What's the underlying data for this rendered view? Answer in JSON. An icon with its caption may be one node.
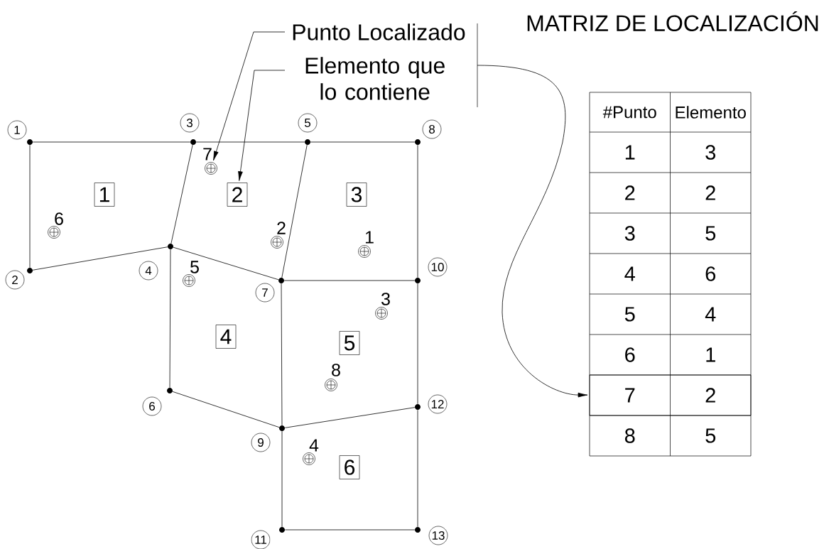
{
  "diagram": {
    "title": "MATRIZ DE LOCALIZACIÓN",
    "nodes": [
      {
        "text": [
          "Punto Localizado"
        ]
      },
      {
        "text": [
          "Elemento que lo contiene"
        ]
      },
      {
        "text": [],
        "shape": "circle",
        "beside": [
          "1"
        ]
      },
      {
        "text": [],
        "shape": "circle",
        "beside": [
          "2"
        ]
      },
      {
        "text": [],
        "shape": "circle",
        "beside": [
          "3"
        ]
      },
      {
        "text": [],
        "shape": "circle",
        "beside": [
          "4"
        ]
      },
      {
        "text": [],
        "shape": "circle",
        "beside": [
          "5"
        ]
      },
      {
        "text": [],
        "shape": "circle",
        "beside": [
          "6"
        ]
      },
      {
        "text": [],
        "shape": "circle",
        "beside": [
          "7"
        ]
      },
      {
        "text": [],
        "shape": "circle",
        "beside": [
          "8"
        ]
      },
      {
        "text": [],
        "shape": "circle",
        "beside": [
          "9"
        ]
      },
      {
        "text": [],
        "shape": "circle",
        "beside": [
          "10"
        ]
      },
      {
        "text": [],
        "shape": "circle",
        "beside": [
          "11"
        ]
      },
      {
        "text": [],
        "shape": "circle",
        "beside": [
          "12"
        ]
      },
      {
        "text": [],
        "shape": "circle",
        "beside": [
          "13"
        ]
      },
      {
        "text": [
          "1"
        ]
      },
      {
        "text": [
          "2"
        ]
      },
      {
        "text": [
          "3"
        ]
      },
      {
        "text": [
          "4"
        ]
      },
      {
        "text": [
          "5"
        ]
      },
      {
        "text": [
          "6"
        ]
      },
      {
        "text": [],
        "shape": "circle",
        "beside": [
          "1"
        ]
      },
      {
        "text": [],
        "shape": "circle",
        "beside": [
          "2"
        ]
      },
      {
        "text": [],
        "shape": "circle",
        "beside": [
          "3"
        ]
      },
      {
        "text": [],
        "shape": "circle",
        "beside": [
          "4"
        ]
      },
      {
        "text": [],
        "shape": "circle",
        "beside": [
          "5"
        ]
      },
      {
        "text": [],
        "shape": "circle",
        "beside": [
          "6"
        ]
      },
      {
        "text": [],
        "shape": "circle",
        "beside": [
          "7"
        ]
      },
      {
        "text": [],
        "shape": "circle",
        "beside": [
          "8"
        ]
      },
      {
        "text": [],
        "shape": "box"
      }
    ],
    "edges": [
      {
        "from": 0,
        "to": 27,
        "arrow": "to"
      },
      {
        "from": 1,
        "to": 16,
        "arrow": "to"
      },
      {
        "from": null,
        "to": 29,
        "arrow": "to"
      },
      {
        "from": 2,
        "to": 4,
        "arrow": "none"
      },
      {
        "from": 4,
        "to": 6,
        "arrow": "none"
      },
      {
        "from": 6,
        "to": 9,
        "arrow": "none"
      },
      {
        "from": 2,
        "to": 3,
        "arrow": "none"
      },
      {
        "from": 3,
        "to": 5,
        "arrow": "none"
      },
      {
        "from": 4,
        "to": 5,
        "arrow": "none"
      },
      {
        "from": 5,
        "to": 8,
        "arrow": "none"
      },
      {
        "from": 6,
        "to": 8,
        "arrow": "none"
      },
      {
        "from": 9,
        "to": 11,
        "arrow": "none"
      },
      {
        "from": 8,
        "to": 11,
        "arrow": "none"
      },
      {
        "from": 5,
        "to": 7,
        "arrow": "none"
      },
      {
        "from": 8,
        "to": 10,
        "arrow": "none"
      },
      {
        "from": 11,
        "to": 13,
        "arrow": "none"
      },
      {
        "from": 7,
        "to": 10,
        "arrow": "none"
      },
      {
        "from": 10,
        "to": 13,
        "arrow": "none"
      },
      {
        "from": 10,
        "to": 12,
        "arrow": "none"
      },
      {
        "from": 13,
        "to": 14,
        "arrow": "none"
      },
      {
        "from": 12,
        "to": 14,
        "arrow": "none"
      }
    ],
    "labels": [
      "#Punto",
      "Elemento",
      "1",
      "3",
      "2",
      "2",
      "3",
      "5",
      "4",
      "6",
      "5",
      "4",
      "6",
      "1",
      "7",
      "2",
      "8",
      "5"
    ]
  }
}
